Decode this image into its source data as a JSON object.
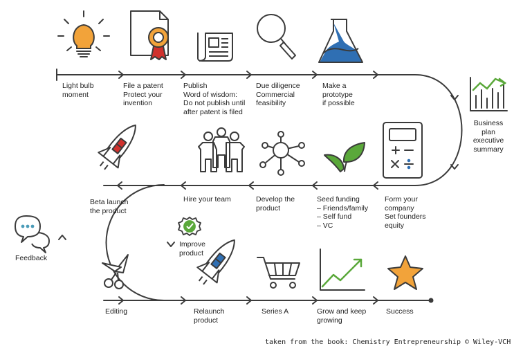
{
  "steps": {
    "light_bulb": "Light bulb\nmoment",
    "patent": "File a patent\nProtect your\ninvention",
    "publish": "Publish\nWord of wisdom:\nDo not publish until\nafter patent is filed",
    "due_diligence": "Due diligence\nCommercial\nfeasibility",
    "prototype": "Make a\nprototype\nif possible",
    "business_plan": "Business\nplan\nexecutive\nsummary",
    "form_company": "Form your\ncompany\nSet founders\nequity",
    "seed_funding": "Seed funding\n– Friends/family\n– Self fund\n– VC",
    "develop_product": "Develop the\nproduct",
    "hire_team": "Hire your team",
    "beta_launch": "Beta launch\nthe product",
    "feedback": "Feedback",
    "improve_product": "Improve\nproduct",
    "editing": "Editing",
    "relaunch": "Relaunch\nproduct",
    "series_a": "Series A",
    "grow": "Grow and keep\ngrowing",
    "success": "Success"
  },
  "credit": "taken from the book: Chemistry Entrepreneurship © Wiley-VCH",
  "colors": {
    "line": "#3b3b3b",
    "orange": "#f2a33a",
    "red": "#d0312d",
    "blue": "#2f6fb3",
    "green": "#5aa83a",
    "teal": "#4a9bb8"
  }
}
